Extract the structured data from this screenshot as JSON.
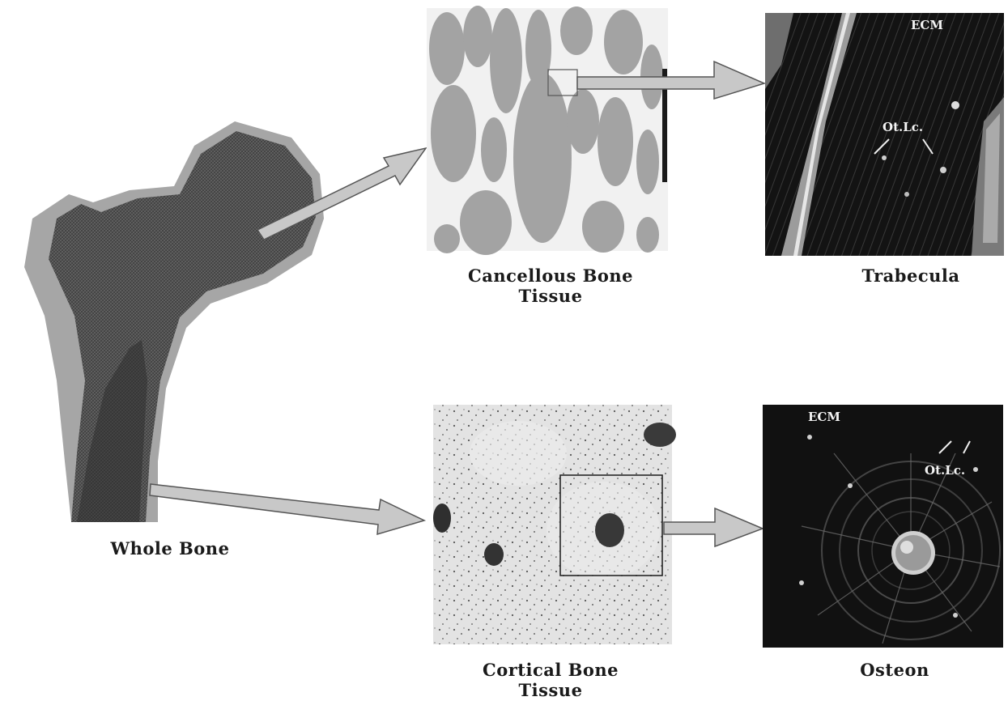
{
  "panels": {
    "whole_bone": {
      "caption": "Whole Bone"
    },
    "cancellous": {
      "caption_line1": "Cancellous Bone",
      "caption_line2": "Tissue"
    },
    "trabecula": {
      "caption": "Trabecula",
      "label_ecm": "ECM",
      "label_otlc": "Ot.Lc."
    },
    "cortical": {
      "caption_line1": "Cortical Bone",
      "caption_line2": "Tissue"
    },
    "osteon": {
      "caption": "Osteon",
      "label_ecm": "ECM",
      "label_otlc": "Ot.Lc."
    }
  },
  "colors": {
    "bone_dark": "#4a4a4a",
    "cortex_gray": "#a6a6a6",
    "trabecular_gray": "#a3a3a3",
    "arrow_fill": "#c8c8c8",
    "micrograph_dark": "#111111"
  }
}
